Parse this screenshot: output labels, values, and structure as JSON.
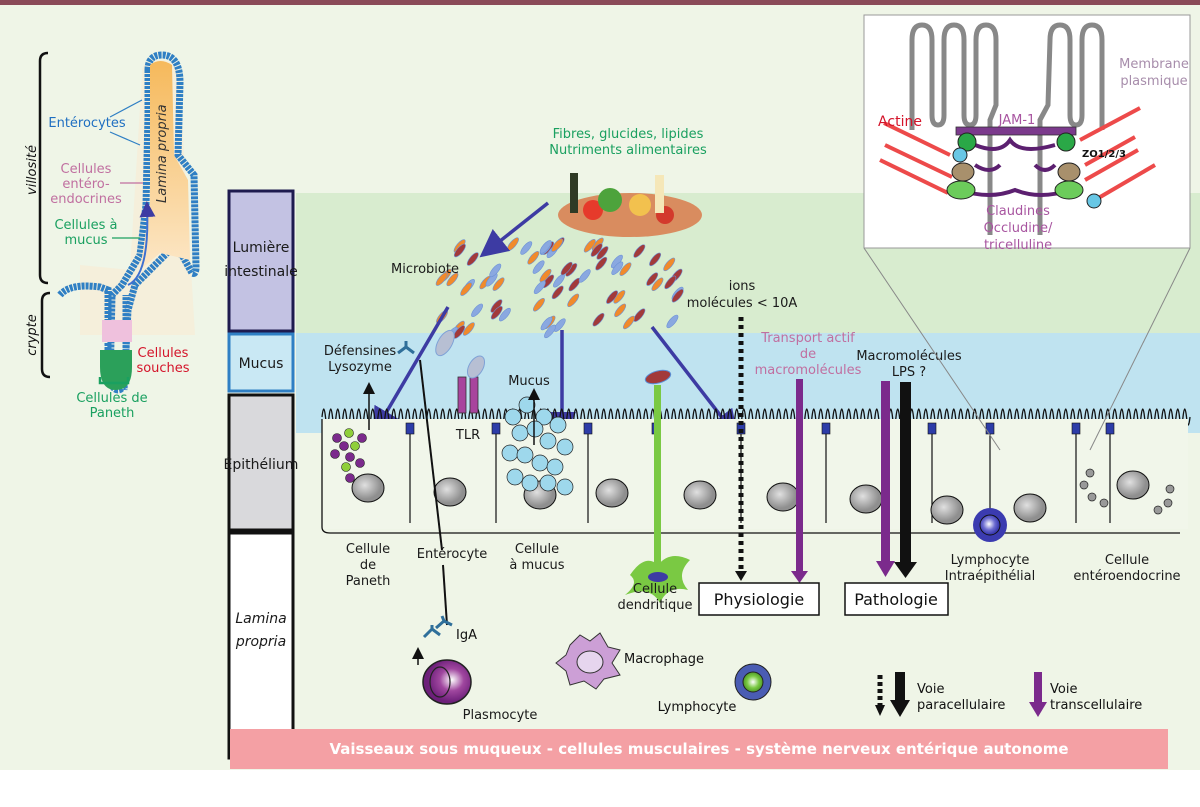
{
  "colors": {
    "topbar": "#8a4a58",
    "background": "#eff5e7",
    "lumen_band": "#d8eccf",
    "mucus_band": "#bfe3f0",
    "lumen_label_bg": "#c3c2e3",
    "mucus_label_bg": "#c9e8f4",
    "epithelium_label_bg": "#d9d9dc",
    "bottom_bar": "#f4a0a4",
    "arrow_blue": "#3d3ba3",
    "transcellular_purple": "#7b2a8c",
    "green_label": "#1aa060",
    "blue_label": "#1f6fc1",
    "pink_label": "#c06fa0",
    "red_label": "#d4142a"
  },
  "villus_panel": {
    "villosite": "villosité",
    "crypte": "crypte",
    "lamina_propria": "Lamina propria",
    "enterocytes": "Entérocytes",
    "enteroendocrines": [
      "Cellules",
      "entéro-",
      "endocrines"
    ],
    "mucus_cells": [
      "Cellules à",
      "mucus"
    ],
    "stem_cells": [
      "Cellules",
      "souches"
    ],
    "paneth_cells": [
      "Cellules de",
      "Paneth"
    ]
  },
  "layers": {
    "lumen": [
      "Lumière",
      "intestinale"
    ],
    "mucus": "Mucus",
    "epithelium": "Épithélium",
    "lamina_propria": [
      "Lamina",
      "propria"
    ]
  },
  "nutrients": [
    "Fibres, glucides, lipides",
    "Nutriments alimentaires"
  ],
  "labels": {
    "microbiote": "Microbiote",
    "ions": "ions",
    "small_molecules": "molécules < 10A",
    "defensines": [
      "Défensines",
      "Lysozyme"
    ],
    "tlr": "TLR",
    "mucus": "Mucus",
    "transport_actif": [
      "Transport actif",
      "de",
      "macromolécules"
    ],
    "macromolecules": [
      "Macromolécules",
      "LPS ?"
    ],
    "cellule_paneth": [
      "Cellule",
      "de",
      "Paneth"
    ],
    "enterocyte": "Entérocyte",
    "cellule_mucus": [
      "Cellule",
      "à mucus"
    ],
    "cellule_dendritique": [
      "Cellule",
      "dendritique"
    ],
    "physiologie": "Physiologie",
    "pathologie": "Pathologie",
    "lymphocyte_ie": [
      "Lymphocyte",
      "Intraépithélial"
    ],
    "cellule_ee": [
      "Cellule",
      "entéroendocrine"
    ],
    "iga": "IgA",
    "plasmocyte": "Plasmocyte",
    "macrophage": "Macrophage",
    "lymphocyte": "Lymphocyte"
  },
  "legend": {
    "paracellular": [
      "Voie",
      "paracellulaire"
    ],
    "transcellular": [
      "Voie",
      "transcellulaire"
    ]
  },
  "tight_junction_inset": {
    "membrane": [
      "Membrane",
      "plasmique"
    ],
    "actine": "Actine",
    "jam1": "JAM-1",
    "zo": "ZO1/2/3",
    "claudines": "Claudines",
    "occludine": [
      "Occludine/",
      "tricelluline"
    ]
  },
  "bottom_bar": "Vaisseaux sous muqueux - cellules musculaires - système nerveux entérique autonome"
}
